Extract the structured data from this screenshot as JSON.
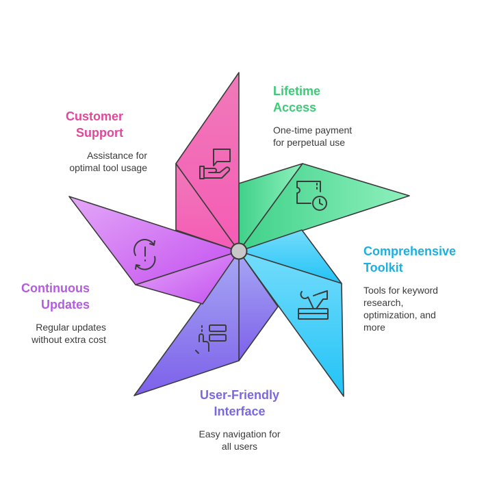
{
  "items": [
    {
      "id": "lifetime",
      "title": "Lifetime\nAccess",
      "desc": "One-time payment\nfor perpetual use",
      "color": "#3dcb78",
      "icon": "ticket-clock-icon"
    },
    {
      "id": "toolkit",
      "title": "Comprehensive\nToolkit",
      "desc": "Tools for keyword\nresearch,\noptimization, and\nmore",
      "color": "#1cb0e0",
      "icon": "toolbox-icon"
    },
    {
      "id": "interface",
      "title": "User-Friendly\nInterface",
      "desc": "Easy navigation for\nall users",
      "color": "#7a68e0",
      "icon": "touch-interface-icon"
    },
    {
      "id": "updates",
      "title": "Continuous\nUpdates",
      "desc": "Regular updates\nwithout extra cost",
      "color": "#b45ce0",
      "icon": "refresh-alert-icon"
    },
    {
      "id": "support",
      "title": "Customer\nSupport",
      "desc": "Assistance for\noptimal tool usage",
      "color": "#e0489a",
      "icon": "support-chat-icon"
    }
  ],
  "colors": {
    "outline": "#3a3a3a",
    "hub": "#c8c8c8"
  }
}
